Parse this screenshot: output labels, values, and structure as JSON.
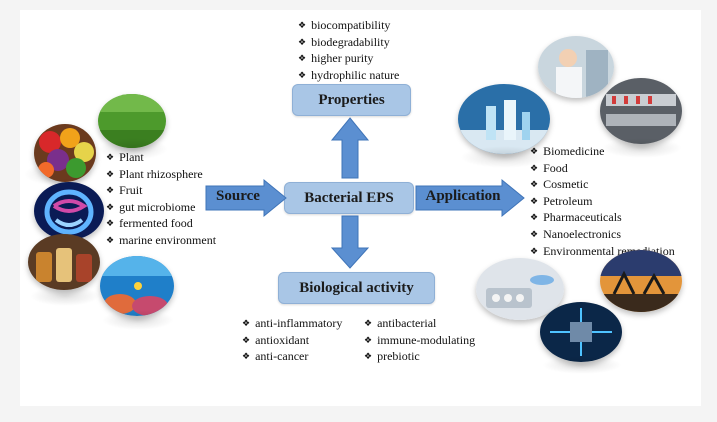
{
  "center": {
    "label": "Bacterial EPS"
  },
  "properties": {
    "label": "Properties",
    "items": [
      "biocompatibility",
      "biodegradability",
      "higher purity",
      "hydrophilic nature"
    ]
  },
  "source": {
    "label": "Source",
    "items": [
      "Plant",
      "Plant rhizosphere",
      "Fruit",
      "gut microbiome",
      "fermented food",
      "marine environment"
    ]
  },
  "application": {
    "label": "Application",
    "items": [
      "Biomedicine",
      "Food",
      "Cosmetic",
      "Petroleum",
      "Pharmaceuticals",
      "Nanoelectronics",
      "Environmental remediation"
    ]
  },
  "biological_activity": {
    "label": "Biological activity",
    "items_left": [
      "anti-inflammatory",
      "antioxidant",
      "anti-cancer"
    ],
    "items_right": [
      "antibacterial",
      "immune-modulating",
      "prebiotic"
    ]
  },
  "images": [
    "fruit-photo",
    "grass-photo",
    "gut-photo",
    "fermented-food-photo",
    "coral-reef-photo",
    "lab-photo",
    "lab-scientist-photo",
    "production-line-photo",
    "pills-photo",
    "chip-photo",
    "oil-pump-photo"
  ],
  "colors": {
    "box": "#a9c6e6",
    "arrow": "#5b8fd1"
  }
}
